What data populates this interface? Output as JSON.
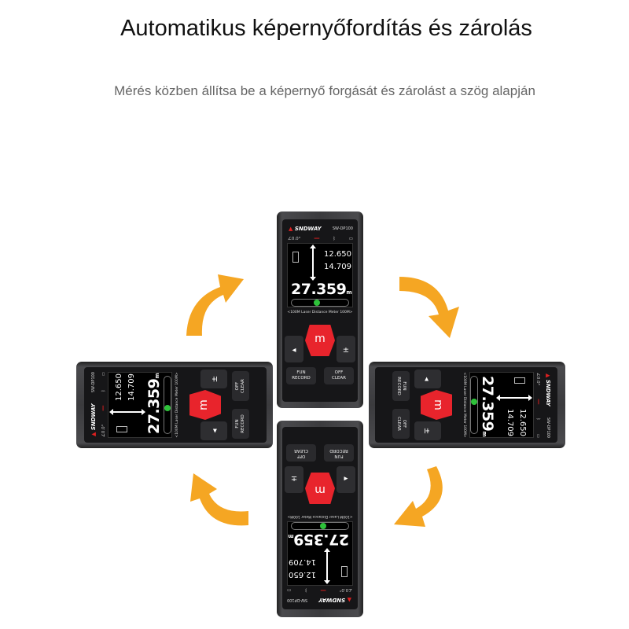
{
  "title": "Automatikus képernyőfordítás és zárolás",
  "subtitle": "Mérés közben állítsa be a képernyő forgását és zárolást a szög alapján",
  "device": {
    "brand": "SNDWAY",
    "model": "SW-DP100",
    "angle": "∠0.0°",
    "bluetooth": "ᛒ",
    "battery": "▭",
    "value1": "12.650",
    "value2": "14.709",
    "main_value": "27.359",
    "unit": "m",
    "description": "<100M Laser Distance Meter 100M>",
    "m_label": "m",
    "left_label": "◂",
    "right_label": "±",
    "fun_label": "FUN",
    "record_label": "RECORD",
    "off_label": "OFF",
    "clear_label": "CLEAR"
  },
  "colors": {
    "arrow": "#f5a623",
    "button_red": "#e8242c",
    "indicator": "#2ec23a"
  }
}
